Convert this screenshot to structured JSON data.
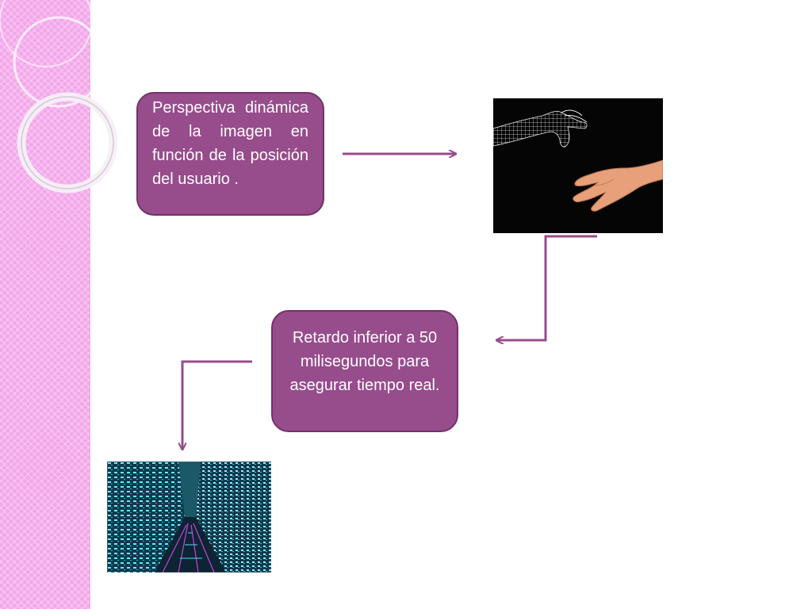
{
  "slide": {
    "boxes": [
      {
        "text": "Perspectiva dinámica de la imagen en función de la posición del usuario ."
      },
      {
        "text": "Retardo inferior a 50 milisegundos para asegurar tiempo real."
      }
    ],
    "images": [
      {
        "description": "wireframe-hand-reaching-human-hand"
      },
      {
        "description": "digital-city-corridor"
      }
    ]
  },
  "colors": {
    "box_fill": "#974c8c",
    "box_border": "#733269",
    "arrow": "#974c8c",
    "sidebar": "#f3a6ea"
  }
}
